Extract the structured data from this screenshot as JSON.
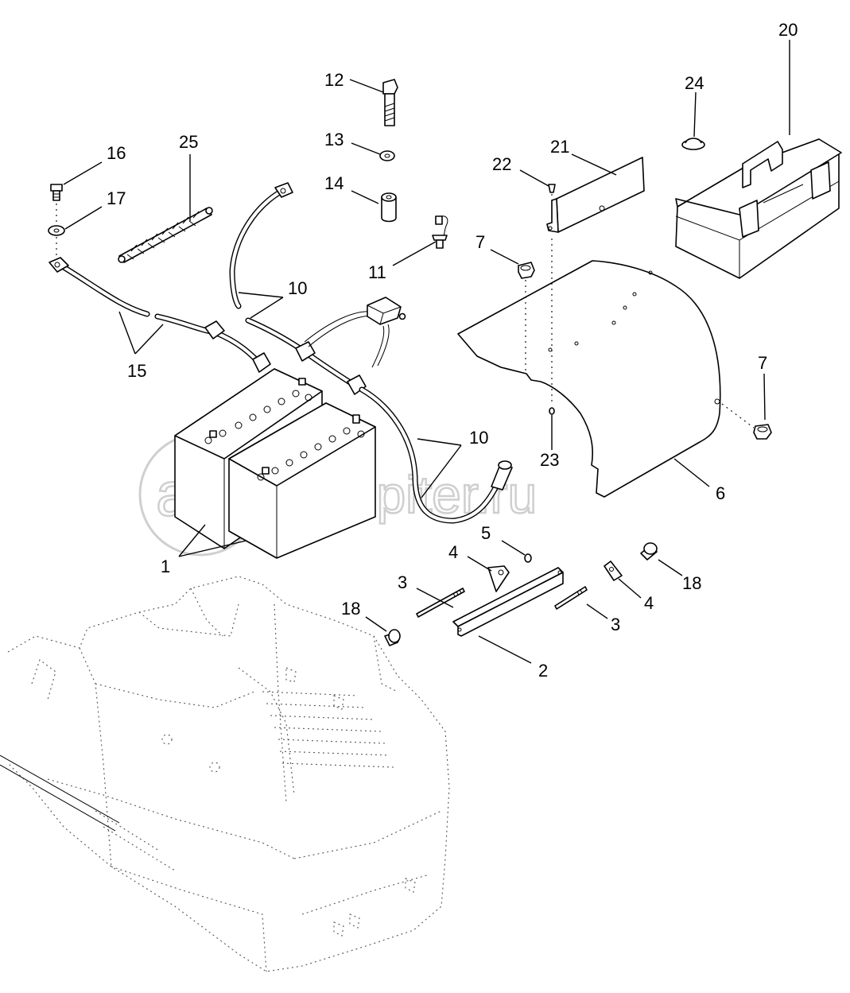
{
  "watermark": {
    "logo_letter": "a",
    "text": "autopiter.ru"
  },
  "callouts": {
    "c1": "1",
    "c2": "2",
    "c3a": "3",
    "c3b": "3",
    "c4a": "4",
    "c4b": "4",
    "c5": "5",
    "c6": "6",
    "c7a": "7",
    "c7b": "7",
    "c10a": "10",
    "c10b": "10",
    "c11": "11",
    "c12": "12",
    "c13": "13",
    "c14": "14",
    "c15": "15",
    "c16": "16",
    "c17": "17",
    "c18a": "18",
    "c18b": "18",
    "c20": "20",
    "c21": "21",
    "c22": "22",
    "c23": "23",
    "c24": "24",
    "c25": "25"
  },
  "colors": {
    "line": "#000000",
    "watermark": "#cfcfcf",
    "background": "#ffffff"
  }
}
